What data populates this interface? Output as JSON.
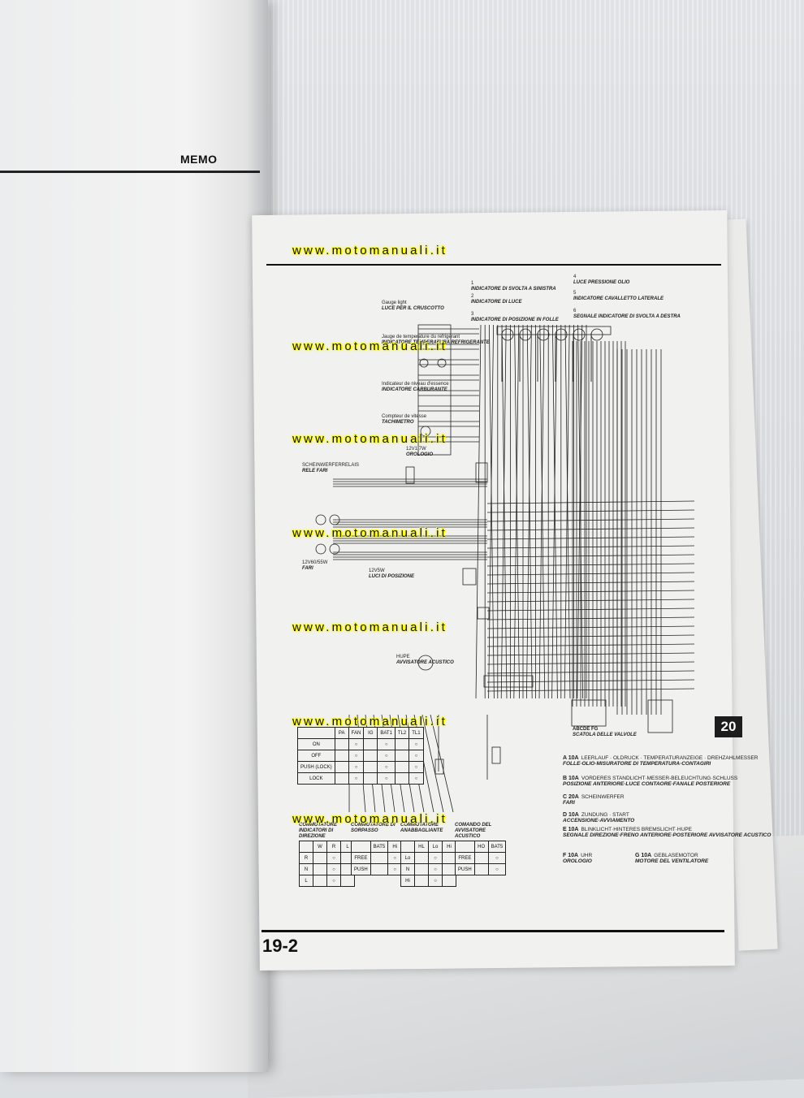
{
  "left_page": {
    "memo_title": "MEMO"
  },
  "right_page": {
    "page_number": "19-2",
    "section_tab": "20",
    "watermarks": [
      "www.motomanuali.it",
      "www.motomanuali.it",
      "www.motomanuali.it",
      "www.motomanuali.it",
      "www.motomanuali.it",
      "www.motomanuali.it",
      "www.motomanuali.it"
    ],
    "labels": [
      {
        "italic": "LUCE PER IL CRUSCOTTO",
        "top": "Gauge light"
      },
      {
        "italic": "INDICATORE TEMPERATURA REFRIGERANTE",
        "top": "Jauge de temperature du refrigerant"
      },
      {
        "italic": "INDICATORE CARBURANTE",
        "top": "Indicateur de niveau d'essence"
      },
      {
        "italic": "TACHIMETRO",
        "top": "Compteur de vitesse"
      },
      {
        "italic": "OROLOGIO",
        "top": "12V1.7W"
      },
      {
        "italic": "RELE FARI",
        "top": "SCHEINWERFERRELAIS"
      },
      {
        "italic": "FARI",
        "top": "12V60/55W"
      },
      {
        "italic": "LUCI DI POSIZIONE",
        "top": "12V5W"
      },
      {
        "italic": "AVVISATORE ACUSTICO",
        "top": "HUPE"
      },
      {
        "italic": "INDICATORE DI SVOLTA A SINISTRA",
        "top": "1"
      },
      {
        "italic": "INDICATORE DI LUCE",
        "top": "2"
      },
      {
        "italic": "INDICATORE DI POSIZIONE IN FOLLE",
        "top": "3"
      },
      {
        "italic": "LUCE PRESSIONE OLIO",
        "top": "4"
      },
      {
        "italic": "INDICATORE CAVALLETTO LATERALE",
        "top": "5"
      },
      {
        "italic": "SEGNALE INDICATORE DI SVOLTA A DESTRA",
        "top": "6"
      }
    ],
    "fuses": [
      {
        "id": "A 10A",
        "line1": "LEERLAUF · OLDRUCK · TEMPERATURANZEIGE · DREHZAHLMESSER",
        "line2": "FOLLE·OLIO·MISURATORE DI TEMPERATURA·CONTAGIRI"
      },
      {
        "id": "B 10A",
        "line1": "VORDERES STANDLICHT·MESSER-BELEUCHTUNG·SCHLUSS",
        "line2": "POSIZIONE ANTERIORE·LUCE CONTAORE·FANALE POSTERIORE"
      },
      {
        "id": "C 20A",
        "line1": "SCHEINWERFER",
        "line2": "FARI"
      },
      {
        "id": "D 10A",
        "line1": "ZUNDUNG · START",
        "line2": "ACCENSIONE·AVVIAMENTO"
      },
      {
        "id": "E 10A",
        "line1": "BLINKLICHT·HINTERES BREMSLICHT·HUPE",
        "line2": "SEGNALE DIREZIONE·FRENO ANTERIORE·POSTERIORE AVVISATORE ACUSTICO"
      },
      {
        "id": "F 10A",
        "line1": "UHR",
        "line2": "OROLOGIO"
      },
      {
        "id": "G 10A",
        "line1": "GEBLASEMOTOR",
        "line2": "MOTORE DEL VENTILATORE"
      }
    ],
    "main_switch": {
      "headers": [
        "",
        "PA",
        "FAN",
        "IG",
        "BAT1",
        "TL2",
        "TL1"
      ],
      "rows": [
        "ON",
        "OFF",
        "PUSH (LOCK)",
        "LOCK"
      ]
    },
    "sub_switches": [
      {
        "title": "COMMUTATORE INDICATORI DI DIREZIONE",
        "cols": [
          "",
          "W",
          "R",
          "L"
        ],
        "rows": [
          "R",
          "N",
          "L"
        ]
      },
      {
        "title": "COMMUTATORE DI SORPASSO",
        "cols": [
          "",
          "BAT5",
          "Hi"
        ],
        "rows": [
          "FREE",
          "PUSH"
        ]
      },
      {
        "title": "COMMUTATORE ANABBAGLIANTE",
        "cols": [
          "",
          "HL",
          "Lo",
          "Hi"
        ],
        "rows": [
          "Lo",
          "N",
          "Hi"
        ]
      },
      {
        "title": "COMANDO DEL AVVISATORE ACUSTICO",
        "cols": [
          "",
          "HO",
          "BAT5"
        ],
        "rows": [
          "FREE",
          "PUSH"
        ]
      }
    ],
    "valve_box": {
      "italic": "SCATOLA DELLE VALVOLE",
      "pins": "ABCDE FG"
    }
  }
}
